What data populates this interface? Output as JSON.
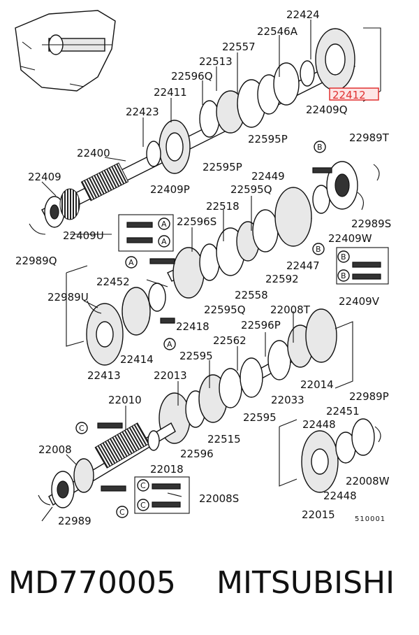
{
  "diagram": {
    "highlighted_part": "22412",
    "ref_code": "510001",
    "labels": [
      {
        "id": "l1",
        "text": "22424"
      },
      {
        "id": "l2",
        "text": "22546A"
      },
      {
        "id": "l3",
        "text": "22557"
      },
      {
        "id": "l4",
        "text": "22513"
      },
      {
        "id": "l5",
        "text": "22596Q"
      },
      {
        "id": "l6",
        "text": "22411"
      },
      {
        "id": "l7",
        "text": "22423"
      },
      {
        "id": "l8",
        "text": "22409Q"
      },
      {
        "id": "l9",
        "text": "22595P"
      },
      {
        "id": "l10",
        "text": "22595P"
      },
      {
        "id": "l11",
        "text": "22400"
      },
      {
        "id": "l12",
        "text": "22989T"
      },
      {
        "id": "l13",
        "text": "22409"
      },
      {
        "id": "l14",
        "text": "22449"
      },
      {
        "id": "l15",
        "text": "22409P"
      },
      {
        "id": "l16",
        "text": "22595Q"
      },
      {
        "id": "l17",
        "text": "22518"
      },
      {
        "id": "l18",
        "text": "22989S"
      },
      {
        "id": "l19",
        "text": "22409U"
      },
      {
        "id": "l20",
        "text": "22596S"
      },
      {
        "id": "l21",
        "text": "22409W"
      },
      {
        "id": "l22",
        "text": "22989Q"
      },
      {
        "id": "l23",
        "text": "22447"
      },
      {
        "id": "l24",
        "text": "22592"
      },
      {
        "id": "l25",
        "text": "22452"
      },
      {
        "id": "l26",
        "text": "22558"
      },
      {
        "id": "l27",
        "text": "22409V"
      },
      {
        "id": "l28",
        "text": "22989U"
      },
      {
        "id": "l29",
        "text": "22595Q"
      },
      {
        "id": "l30",
        "text": "22008T"
      },
      {
        "id": "l31",
        "text": "22418"
      },
      {
        "id": "l32",
        "text": "22596P"
      },
      {
        "id": "l33",
        "text": "22414"
      },
      {
        "id": "l34",
        "text": "22562"
      },
      {
        "id": "l35",
        "text": "22413"
      },
      {
        "id": "l36",
        "text": "22595"
      },
      {
        "id": "l37",
        "text": "22014"
      },
      {
        "id": "l38",
        "text": "22013"
      },
      {
        "id": "l39",
        "text": "22033"
      },
      {
        "id": "l40",
        "text": "22010"
      },
      {
        "id": "l41",
        "text": "22595"
      },
      {
        "id": "l42",
        "text": "22989P"
      },
      {
        "id": "l43",
        "text": "22451"
      },
      {
        "id": "l44",
        "text": "22448"
      },
      {
        "id": "l45",
        "text": "22008"
      },
      {
        "id": "l46",
        "text": "22515"
      },
      {
        "id": "l47",
        "text": "22596"
      },
      {
        "id": "l48",
        "text": "22018"
      },
      {
        "id": "l49",
        "text": "22008W"
      },
      {
        "id": "l50",
        "text": "22448"
      },
      {
        "id": "l51",
        "text": "22008S"
      },
      {
        "id": "l52",
        "text": "22015"
      },
      {
        "id": "l53",
        "text": "22989"
      }
    ],
    "callouts": [
      "A",
      "A",
      "A",
      "A",
      "B",
      "B",
      "B",
      "B",
      "C",
      "C",
      "C",
      "C"
    ]
  },
  "footer": {
    "part_number": "MD770005",
    "brand": "MITSUBISHI"
  }
}
